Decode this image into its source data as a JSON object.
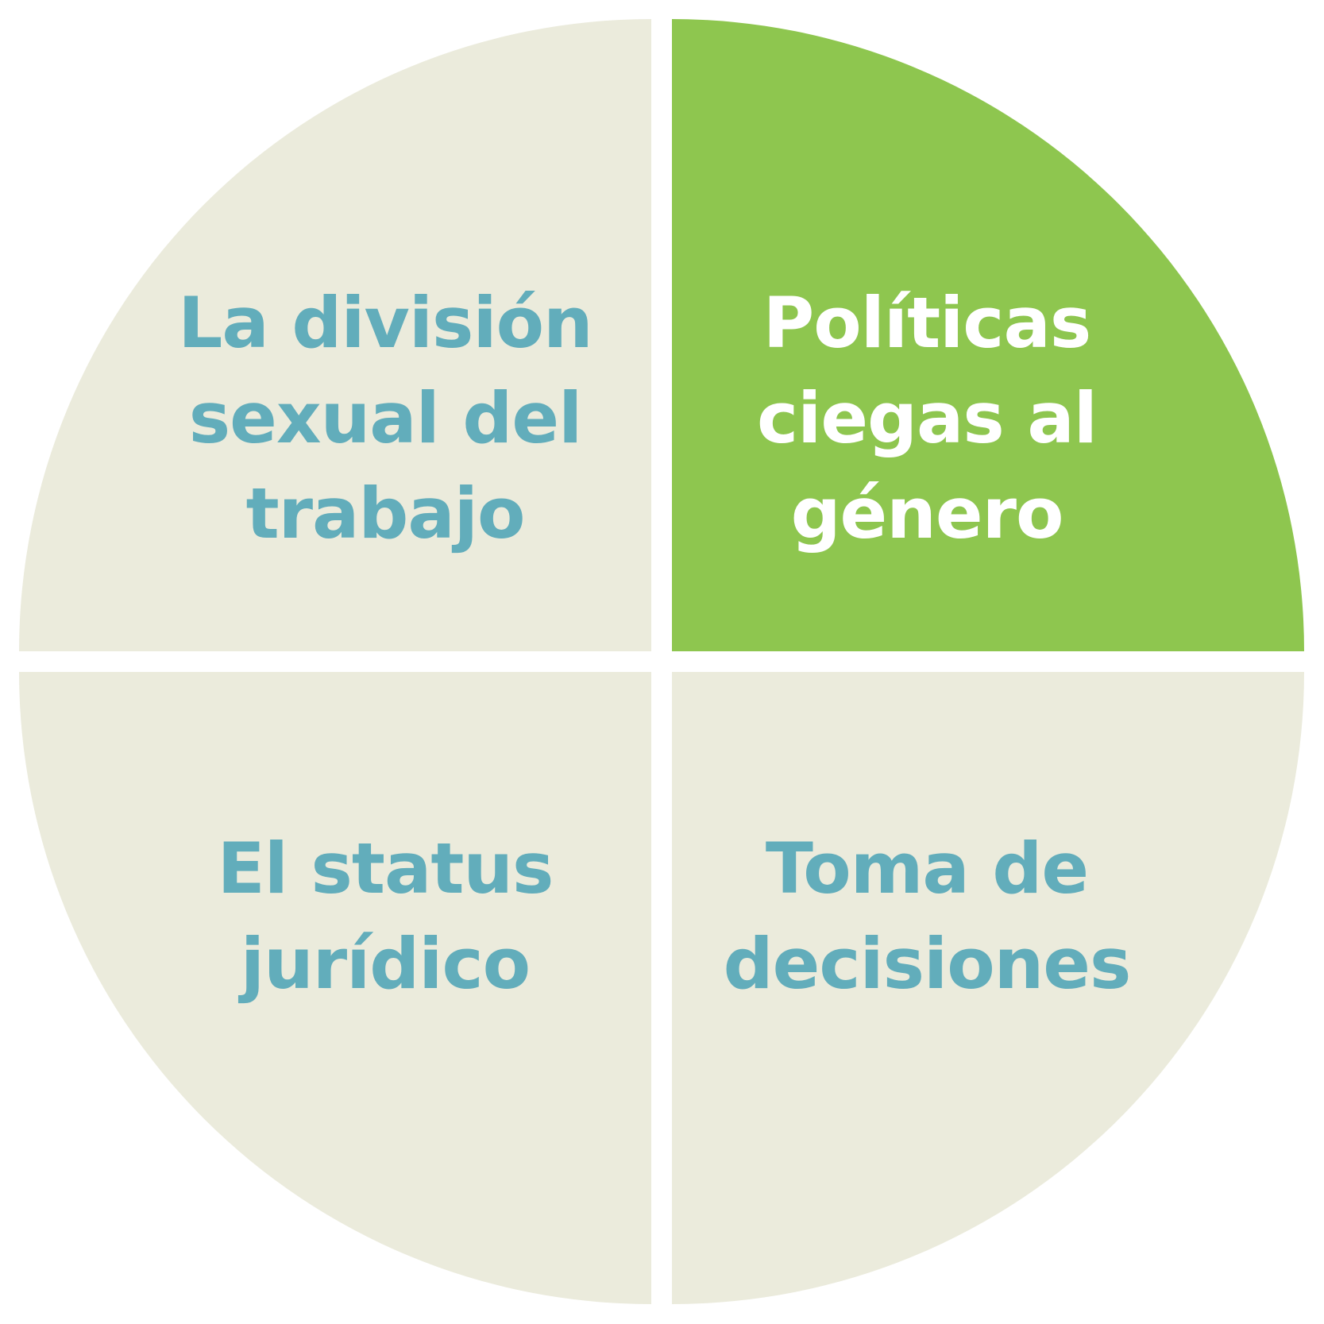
{
  "colors": {
    "background": "#ffffff",
    "neutral_fill": "#ebebdc",
    "highlight_fill": "#8ec64f",
    "neutral_text": "#62adbb",
    "highlight_text": "#ffffff"
  },
  "quadrants": [
    {
      "id": "top-left",
      "highlighted": false,
      "lines": [
        "La división",
        "sexual del",
        "trabajo"
      ]
    },
    {
      "id": "top-right",
      "highlighted": true,
      "lines": [
        "Políticas",
        "ciegas al",
        "género"
      ]
    },
    {
      "id": "bottom-left",
      "highlighted": false,
      "lines": [
        "El status",
        "jurídico"
      ]
    },
    {
      "id": "bottom-right",
      "highlighted": false,
      "lines": [
        "Toma de",
        "decisiones"
      ]
    }
  ]
}
